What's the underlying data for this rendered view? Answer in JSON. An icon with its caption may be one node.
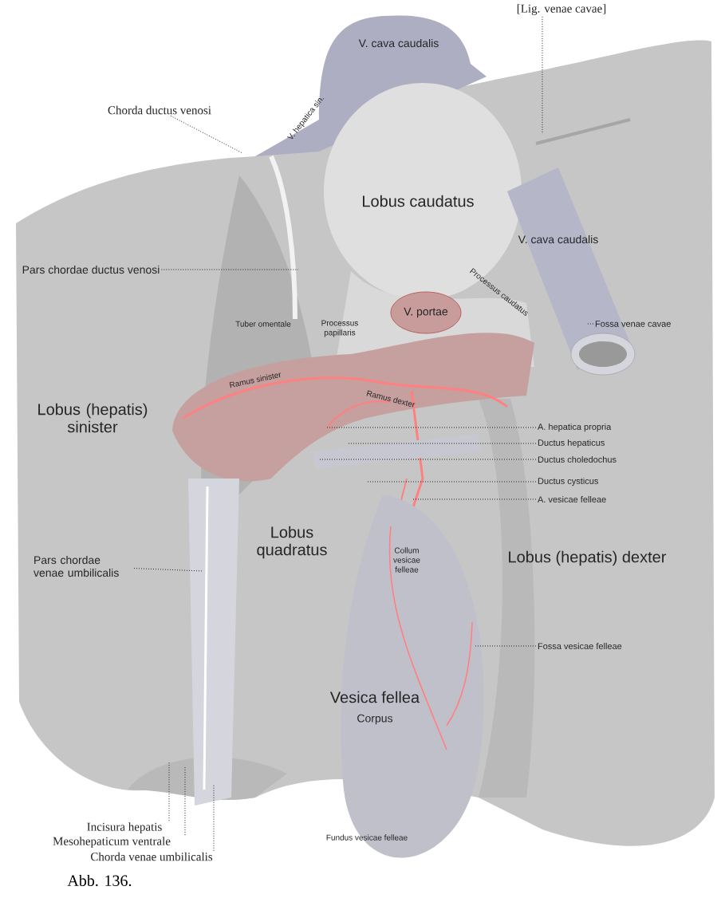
{
  "diagram": {
    "caption": "Abb. 136.",
    "nodes": [
      {
        "text": [
          "[Lig. venae cavae]"
        ]
      },
      {
        "text": [
          "Chorda ductus venosi"
        ]
      },
      {
        "text": [
          "Pars chordae ductus venosi"
        ]
      },
      {
        "text": [
          "Fossa venae cavae"
        ]
      },
      {
        "text": [
          "A. hepatica propria"
        ]
      },
      {
        "text": [
          "Ductus hepaticus"
        ]
      },
      {
        "text": [
          "Ductus choledochus"
        ]
      },
      {
        "text": [
          "Ductus cysticus"
        ]
      },
      {
        "text": [
          "A. vesicae felleae"
        ]
      },
      {
        "text": [
          "Pars chordae venae umbilicalis"
        ]
      },
      {
        "text": [
          "Fossa vesicae felleae"
        ]
      },
      {
        "text": [
          "Incisura hepatis"
        ]
      },
      {
        "text": [
          "Mesohepaticum ventrale"
        ]
      },
      {
        "text": [
          "Chorda venae umbilicalis"
        ]
      }
    ],
    "edges": [
      {
        "from": 0,
        "to": null,
        "arrow": "none"
      },
      {
        "from": 1,
        "to": null,
        "arrow": "none"
      },
      {
        "from": 2,
        "to": null,
        "arrow": "none"
      },
      {
        "from": 3,
        "to": null,
        "arrow": "none"
      },
      {
        "from": 4,
        "to": null,
        "arrow": "none"
      },
      {
        "from": 5,
        "to": null,
        "arrow": "none"
      },
      {
        "from": 6,
        "to": null,
        "arrow": "none"
      },
      {
        "from": 7,
        "to": null,
        "arrow": "none"
      },
      {
        "from": 8,
        "to": null,
        "arrow": "none"
      },
      {
        "from": 9,
        "to": null,
        "arrow": "none"
      },
      {
        "from": 10,
        "to": null,
        "arrow": "none"
      },
      {
        "from": 11,
        "to": null,
        "arrow": "none"
      },
      {
        "from": 12,
        "to": null,
        "arrow": "none"
      },
      {
        "from": 13,
        "to": null,
        "arrow": "none"
      }
    ],
    "labels": [
      "V. cava caudalis",
      "V. hepatica sin.",
      "Lobus caudatus",
      "V. cava caudalis",
      "Processus caudatus",
      "Tuber omentale",
      "Processus papillaris",
      "V. portae",
      "Ramus sinister",
      "Ramus dexter",
      "Lobus (hepatis) sinister",
      "Lobus quadratus",
      "Lobus (hepatis) dexter",
      "Collum vesicae felleae",
      "Vesica fellea",
      "Corpus",
      "Fundus vesicae felleae"
    ]
  }
}
